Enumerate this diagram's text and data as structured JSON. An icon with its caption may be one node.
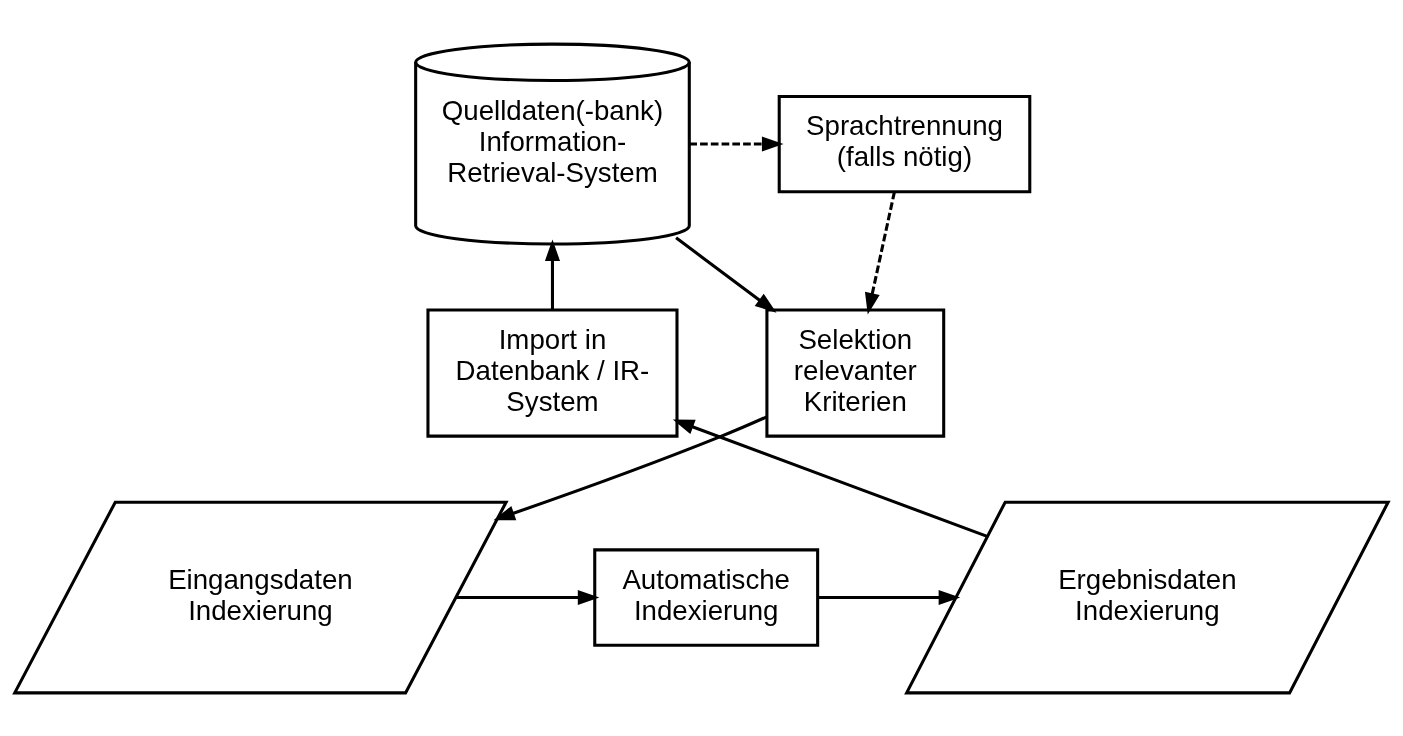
{
  "diagram": {
    "nodes": [
      {
        "text": [
          "Sprachtrennung (falls nötig)"
        ]
      },
      {
        "text": [
          "Quelldaten(-bank) Information-Retrieval-System"
        ]
      },
      {
        "text": [
          "Selektion relevanter Kriterien"
        ]
      },
      {
        "text": [
          "Import in Datenbank / IR-System"
        ]
      },
      {
        "text": [
          "Eingangsdaten Indexierung"
        ]
      },
      {
        "text": [
          "Automatische Indexierung"
        ]
      },
      {
        "text": [
          "Ergebnisdaten Indexierung"
        ]
      }
    ],
    "edges": [
      {
        "from": 1,
        "to": 0,
        "arrow": "to",
        "style": "dashed"
      },
      {
        "from": 0,
        "to": 2,
        "arrow": "to",
        "style": "dashed"
      },
      {
        "from": 1,
        "to": 2,
        "arrow": "to"
      },
      {
        "from": 2,
        "to": 4,
        "arrow": "to"
      },
      {
        "from": 4,
        "to": 5,
        "arrow": "to"
      },
      {
        "from": 5,
        "to": 6,
        "arrow": "to"
      },
      {
        "from": 6,
        "to": 3,
        "arrow": "to"
      },
      {
        "from": 3,
        "to": 1,
        "arrow": "to"
      }
    ]
  }
}
